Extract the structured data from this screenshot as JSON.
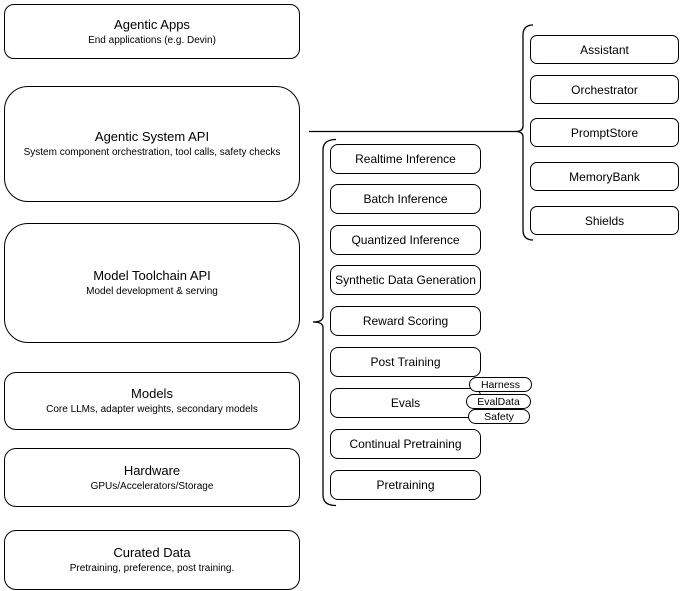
{
  "diagram": {
    "left_stack": [
      {
        "title": "Agentic Apps",
        "subtitle": "End applications (e.g. Devin)"
      },
      {
        "title": "Agentic System API",
        "subtitle": "System component orchestration, tool calls, safety checks"
      },
      {
        "title": "Model Toolchain API",
        "subtitle": "Model development & serving"
      },
      {
        "title": "Models",
        "subtitle": "Core LLMs, adapter weights, secondary models"
      },
      {
        "title": "Hardware",
        "subtitle": "GPUs/Accelerators/Storage"
      },
      {
        "title": "Curated Data",
        "subtitle": "Pretraining, preference, post training."
      }
    ],
    "toolchain_items": [
      "Realtime Inference",
      "Batch Inference",
      "Quantized Inference",
      "Synthetic Data Generation",
      "Reward Scoring",
      "Post Training",
      "Evals",
      "Continual Pretraining",
      "Pretraining"
    ],
    "evals_tags": [
      "Harness",
      "EvalData",
      "Safety"
    ],
    "system_components": [
      "Assistant",
      "Orchestrator",
      "PromptStore",
      "MemoryBank",
      "Shields"
    ],
    "colors": {
      "stroke": "#000000",
      "background": "#ffffff",
      "text": "#000000"
    }
  }
}
